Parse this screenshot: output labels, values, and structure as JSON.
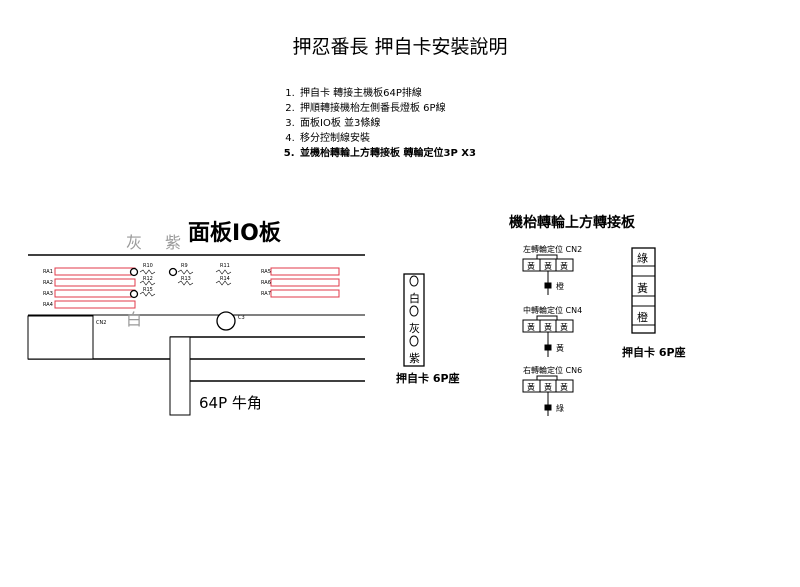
{
  "title": "押忍番長 押自卡安裝說明",
  "steps": [
    "押自卡 轉接主機板64P排線",
    "押順轉接機枱左側番長燈板 6P線",
    "面板IO板 並3條線",
    "移分控制線安裝",
    "並機枱轉輪上方轉接板 轉輪定位3P X3"
  ],
  "panel": {
    "title": "面板IO板",
    "label_gray": "灰",
    "label_purple": "紫",
    "label_white": "白",
    "ra_left": [
      "RA1",
      "RA2",
      "RA3",
      "RA4"
    ],
    "ra_right": [
      "RA5",
      "RA6",
      "RA7"
    ],
    "resistors": [
      "R10",
      "R12",
      "R15",
      "R9",
      "R13",
      "R11",
      "R14"
    ],
    "cn2": "CN2",
    "c3": "C3",
    "connector_64p": "64P 牛角"
  },
  "card6p": {
    "label": "押自卡 6P座",
    "pins": [
      "白",
      "灰",
      "紫"
    ]
  },
  "reel_board": {
    "title": "機枱轉輪上方轉接板",
    "groups": [
      {
        "name": "左轉輪定位 CN2",
        "pins": [
          "黃",
          "黃",
          "黃"
        ],
        "wire": "橙"
      },
      {
        "name": "中轉輪定位 CN4",
        "pins": [
          "黃",
          "黃",
          "黃"
        ],
        "wire": "黃"
      },
      {
        "name": "右轉輪定位 CN6",
        "pins": [
          "黃",
          "黃",
          "黃"
        ],
        "wire": "綠"
      }
    ]
  },
  "card_reel": {
    "label": "押自卡 6P座",
    "pins": [
      "綠",
      "黃",
      "橙"
    ]
  }
}
